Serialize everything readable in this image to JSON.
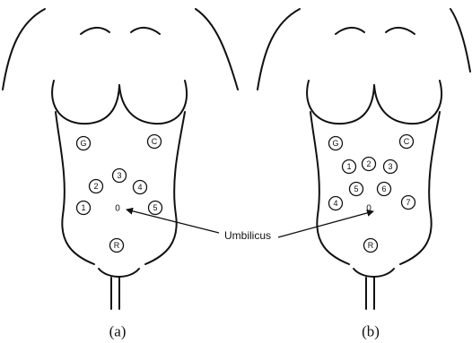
{
  "callout": {
    "label": "Umbilicus"
  },
  "panels": [
    {
      "caption": "(a)",
      "umbilicus_mark": "0",
      "markers": [
        {
          "label": "G"
        },
        {
          "label": "C"
        },
        {
          "label": "1"
        },
        {
          "label": "2"
        },
        {
          "label": "3"
        },
        {
          "label": "4"
        },
        {
          "label": "5"
        },
        {
          "label": "R"
        }
      ]
    },
    {
      "caption": "(b)",
      "umbilicus_mark": "0",
      "markers": [
        {
          "label": "G"
        },
        {
          "label": "C"
        },
        {
          "label": "1"
        },
        {
          "label": "2"
        },
        {
          "label": "3"
        },
        {
          "label": "4"
        },
        {
          "label": "5"
        },
        {
          "label": "6"
        },
        {
          "label": "7"
        },
        {
          "label": "R"
        }
      ]
    }
  ]
}
